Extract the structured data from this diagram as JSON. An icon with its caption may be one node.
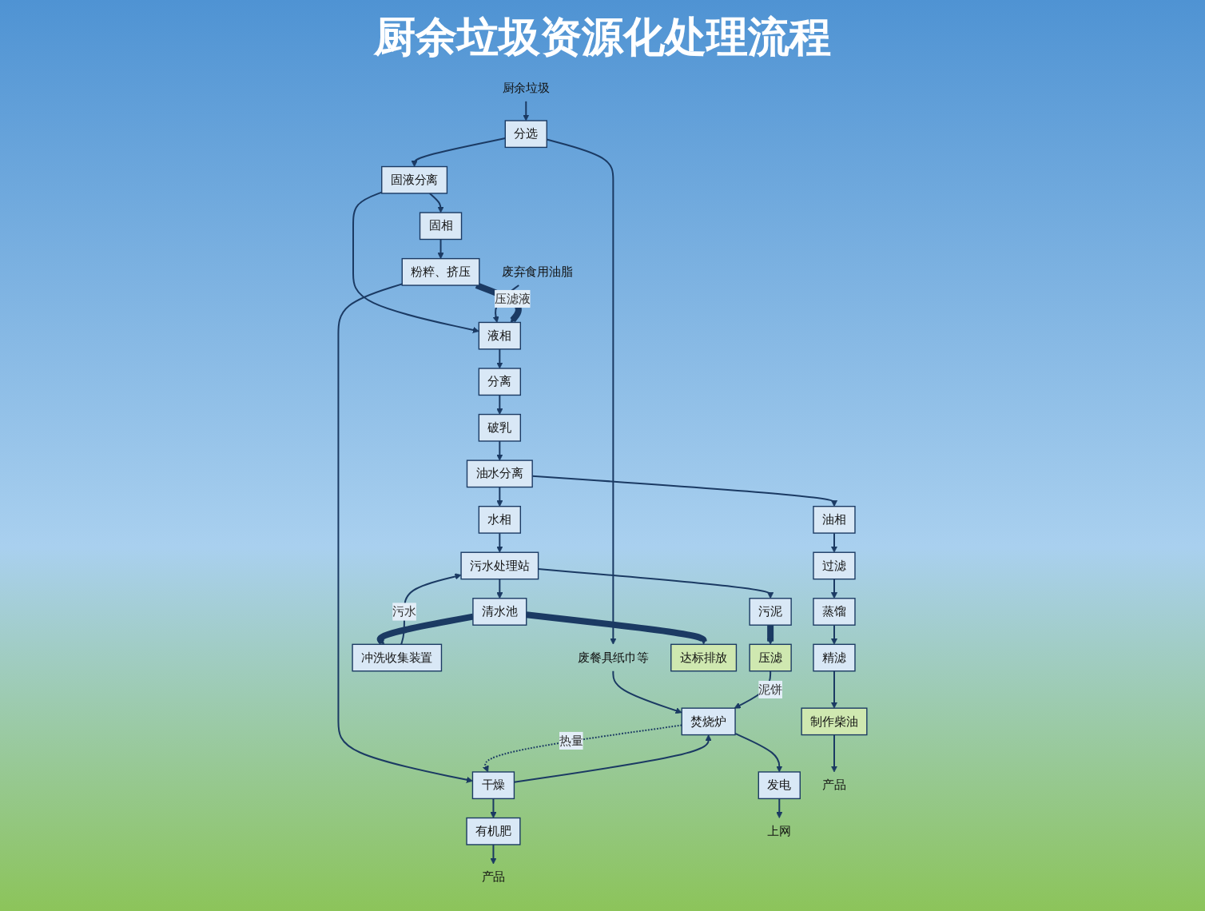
{
  "diagram": {
    "title": "厨余垃圾资源化处理流程",
    "nodes": [
      {
        "text": [
          "厨余垃圾"
        ]
      },
      {
        "text": [
          "分选"
        ]
      },
      {
        "text": [
          "废弃食用油脂"
        ]
      },
      {
        "text": [
          "废餐具纸巾等"
        ]
      },
      {
        "text": [
          "固液分离"
        ]
      },
      {
        "text": [
          "液相"
        ]
      },
      {
        "text": [
          "固相"
        ]
      },
      {
        "text": [
          "粉粹、挤压"
        ]
      },
      {
        "text": [
          "分离"
        ]
      },
      {
        "text": [
          "破乳"
        ]
      },
      {
        "text": [
          "干燥"
        ]
      },
      {
        "text": [
          "油水分离"
        ]
      },
      {
        "text": [
          "焚烧炉"
        ]
      },
      {
        "text": [
          "有机肥"
        ]
      },
      {
        "text": [
          "油相"
        ]
      },
      {
        "text": [
          "水相"
        ]
      },
      {
        "text": [
          "发电"
        ]
      },
      {
        "text": [
          "冲洗收集装置"
        ]
      },
      {
        "text": [
          "污水处理站"
        ]
      },
      {
        "text": [
          "过滤"
        ]
      },
      {
        "text": [
          "上网"
        ]
      },
      {
        "text": [
          "产品"
        ]
      },
      {
        "text": [
          "蒸馏"
        ]
      },
      {
        "text": [
          "清水池"
        ]
      },
      {
        "text": [
          "污泥"
        ]
      },
      {
        "text": [
          "精滤"
        ]
      },
      {
        "text": [
          "制作柴油"
        ]
      },
      {
        "text": [
          "达标排放"
        ]
      },
      {
        "text": [
          "压滤"
        ]
      },
      {
        "text": [
          "产品"
        ]
      }
    ],
    "edges": [
      {
        "from": 0,
        "to": 1,
        "arrow": "to"
      },
      {
        "from": 1,
        "to": 3,
        "arrow": "to"
      },
      {
        "from": 1,
        "to": 4,
        "arrow": "to"
      },
      {
        "from": 4,
        "to": 5,
        "arrow": "to"
      },
      {
        "from": 4,
        "to": 6,
        "arrow": "to"
      },
      {
        "from": 2,
        "to": 5,
        "arrow": "to"
      },
      {
        "from": 7,
        "to": 5,
        "arrow": "to",
        "label": "压滤液",
        "style": "thick"
      },
      {
        "from": 6,
        "to": 7,
        "arrow": "to"
      },
      {
        "from": 7,
        "to": 10,
        "arrow": "to"
      },
      {
        "from": 3,
        "to": 12,
        "arrow": "to"
      },
      {
        "from": 5,
        "to": 8,
        "arrow": "to"
      },
      {
        "from": 8,
        "to": 9,
        "arrow": "to"
      },
      {
        "from": 9,
        "to": 11,
        "arrow": "to"
      },
      {
        "from": 10,
        "to": 13,
        "arrow": "to"
      },
      {
        "from": 10,
        "to": 12,
        "arrow": "to"
      },
      {
        "from": 12,
        "to": 10,
        "arrow": "to",
        "label": "热量",
        "style": "dashed"
      },
      {
        "from": 12,
        "to": 16,
        "arrow": "to"
      },
      {
        "from": 16,
        "to": 20,
        "arrow": "to"
      },
      {
        "from": 13,
        "to": 21,
        "arrow": "to"
      },
      {
        "from": 11,
        "to": 14,
        "arrow": "to"
      },
      {
        "from": 11,
        "to": 15,
        "arrow": "to"
      },
      {
        "from": 14,
        "to": 19,
        "arrow": "to"
      },
      {
        "from": 19,
        "to": 22,
        "arrow": "to"
      },
      {
        "from": 22,
        "to": 25,
        "arrow": "to"
      },
      {
        "from": 25,
        "to": 26,
        "arrow": "to"
      },
      {
        "from": 26,
        "to": 29,
        "arrow": "to"
      },
      {
        "from": 15,
        "to": 18,
        "arrow": "to"
      },
      {
        "from": 17,
        "to": 18,
        "arrow": "to",
        "label": "污水"
      },
      {
        "from": 18,
        "to": 23,
        "arrow": "to"
      },
      {
        "from": 18,
        "to": 24,
        "arrow": "to"
      },
      {
        "from": 23,
        "to": 17,
        "arrow": "to",
        "style": "thick"
      },
      {
        "from": 23,
        "to": 27,
        "arrow": "to",
        "style": "thick"
      },
      {
        "from": 24,
        "to": 28,
        "arrow": "to",
        "style": "thick"
      },
      {
        "from": 28,
        "to": 12,
        "arrow": "to",
        "label": "泥饼"
      }
    ]
  }
}
